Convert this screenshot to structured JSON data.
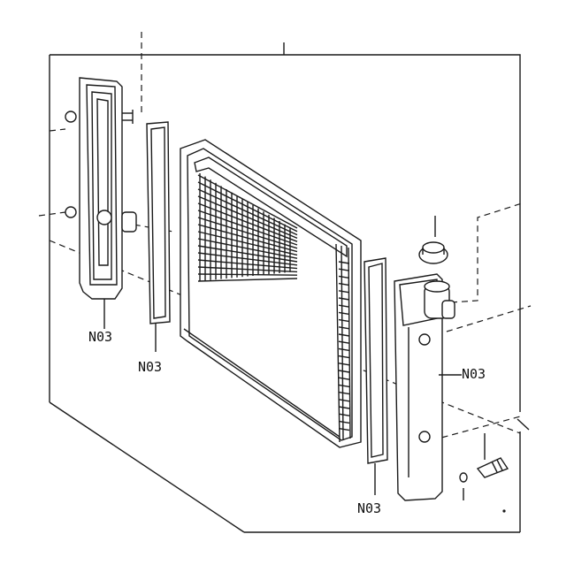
{
  "diagram": {
    "labels": {
      "left_tank": "N03",
      "left_gasket": "N03",
      "right_tank": "N03",
      "right_gasket": "N03"
    }
  }
}
